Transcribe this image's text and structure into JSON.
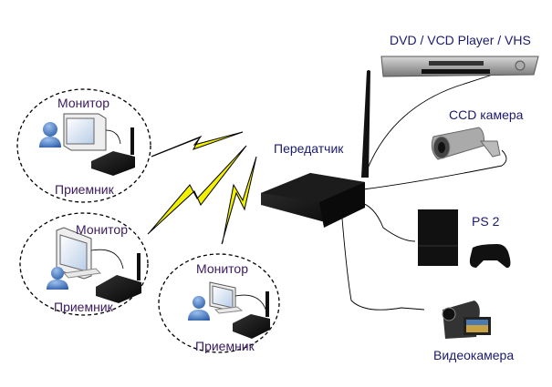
{
  "transmitter": {
    "label": "Передатчик"
  },
  "receivers": [
    {
      "monitor_label": "Монитор",
      "receiver_label": "Приемник"
    },
    {
      "monitor_label": "Монитор",
      "receiver_label": "Приемник"
    },
    {
      "monitor_label": "Монитор",
      "receiver_label": "Приемник"
    }
  ],
  "sources": [
    {
      "label": "DVD / VCD Player / VHS",
      "icon": "dvd-player-icon"
    },
    {
      "label": "CCD камера",
      "icon": "cctv-camera-icon"
    },
    {
      "label": "PS 2",
      "icon": "game-console-icon"
    },
    {
      "label": "Видеокамера",
      "icon": "camcorder-icon"
    }
  ],
  "colors": {
    "bolt": "#f2f000",
    "text": "#1a1a6e",
    "device": "#111111",
    "person": "#3d6fb5"
  }
}
